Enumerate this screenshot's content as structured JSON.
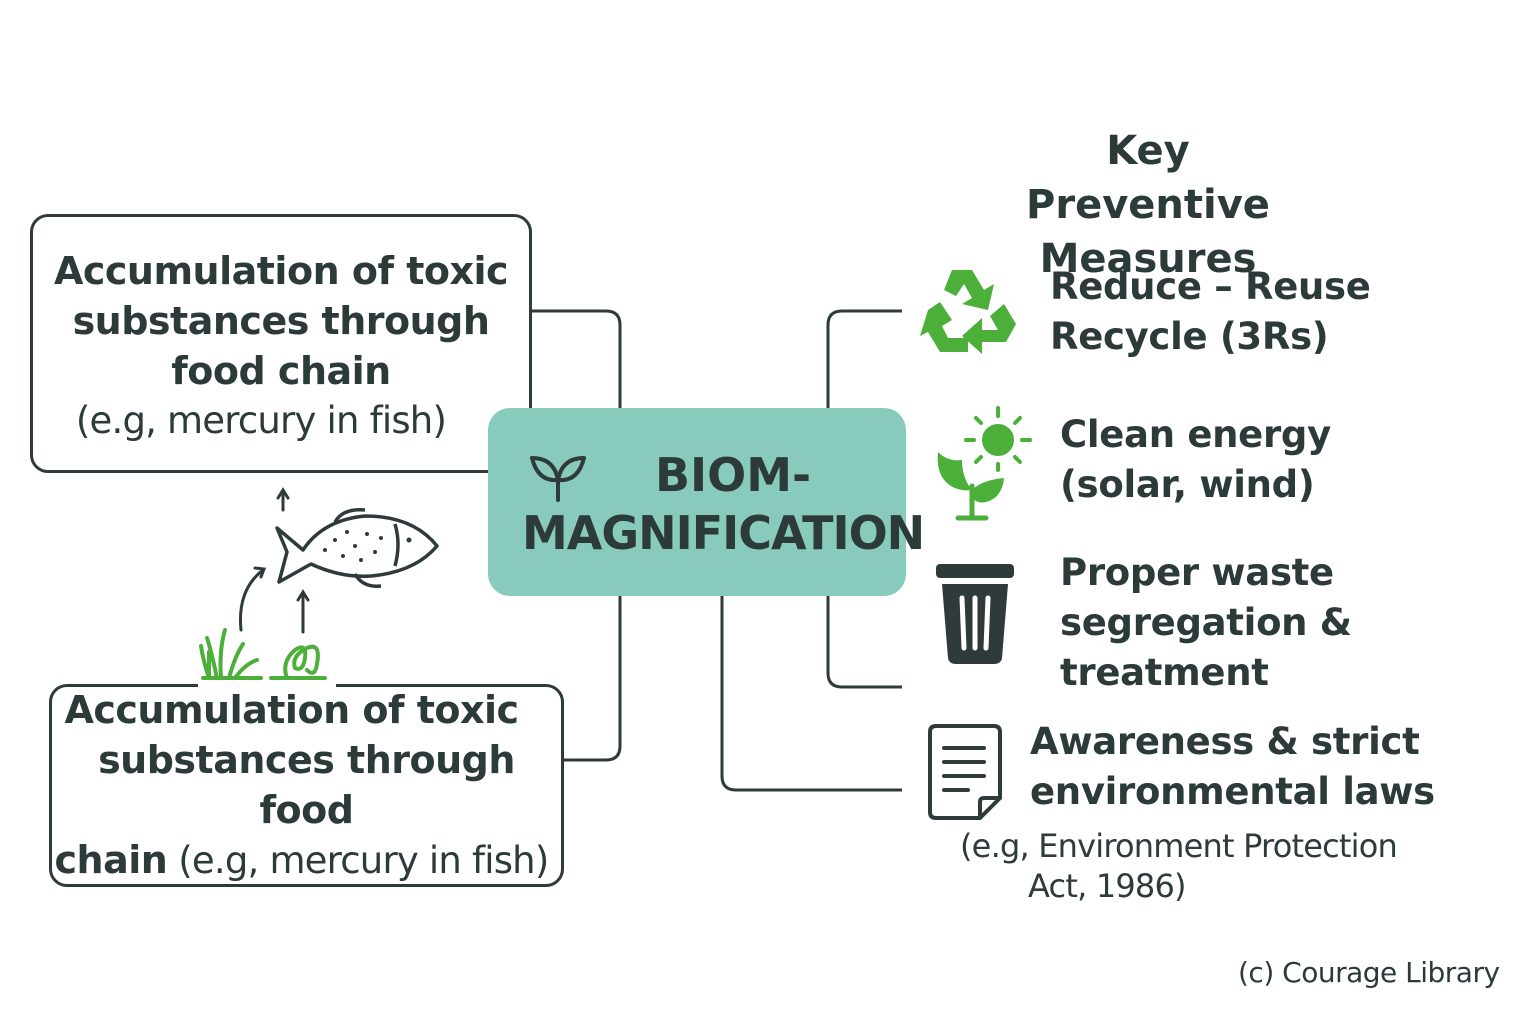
{
  "center": {
    "line1": "BIOM-",
    "line2": "MAGNIFICATION",
    "icon": "sprout-icon",
    "fill_color": "#88cbbc"
  },
  "causes": [
    {
      "line1": "Accumulation of toxic",
      "line2": "substances through",
      "line3": "food chain",
      "note": "(e.g, mercury in fish)"
    },
    {
      "line1": "Accumulation of toxic",
      "line2": "substances through food",
      "line3_bold": "chain",
      "line3_rest": " (e.g, mercury in fish)"
    }
  ],
  "food_chain_icons": [
    "grass-icon",
    "algae-icon",
    "fish-icon",
    "arrow-up-icon"
  ],
  "measures": {
    "heading_line1": "Key Preventive",
    "heading_line2": "Measures",
    "items": [
      {
        "icon": "recycle-icon",
        "line1": "Reduce – Reuse",
        "line2": "Recycle (3Rs)"
      },
      {
        "icon": "clean-energy-icon",
        "line1": "Clean energy",
        "line2": "(solar, wind)"
      },
      {
        "icon": "trash-bin-icon",
        "line1": "Proper waste",
        "line2": "segregation &",
        "line3": "treatment"
      },
      {
        "icon": "document-icon",
        "line1": "Awareness & strict",
        "line2": "environmental laws",
        "note_line1": "(e.g, Environment Protection",
        "note_line2": "Act, 1986)"
      }
    ]
  },
  "credit": "(c) Courage Library",
  "colors": {
    "green": "#4caf3a",
    "dark": "#2f3b3b",
    "teal": "#88cbbc"
  }
}
